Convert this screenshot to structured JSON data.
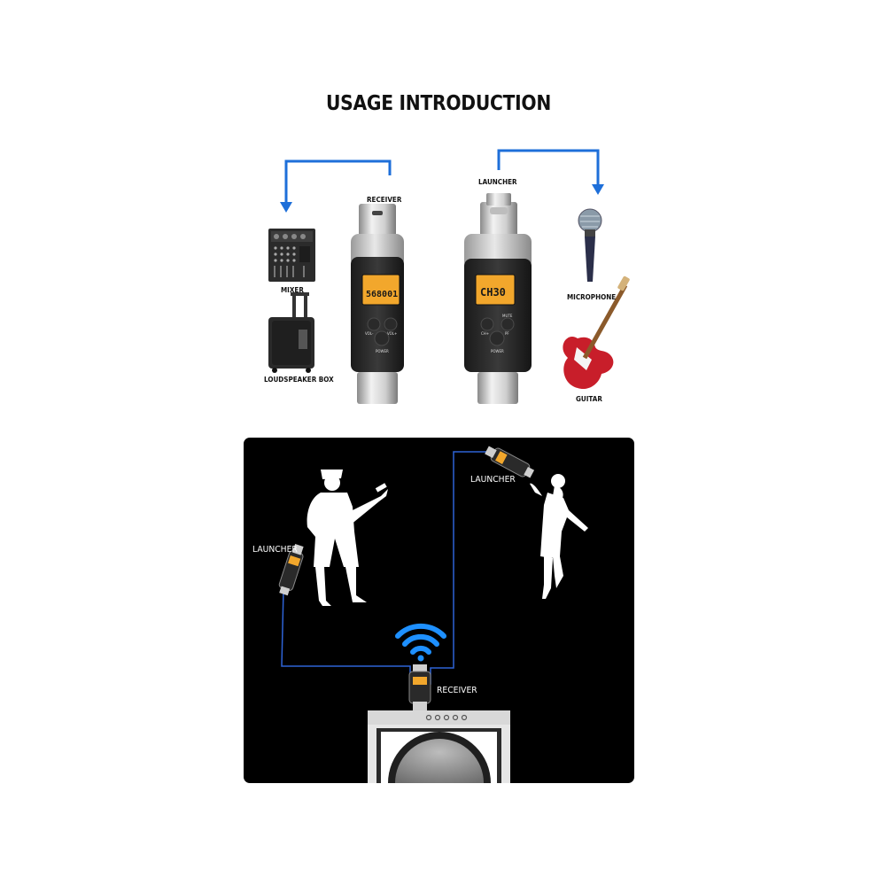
{
  "title": "USAGE INTRODUCTION",
  "top": {
    "receiver_label": "RECEIVER",
    "launcher_label": "LAUNCHER",
    "mixer_label": "MIXER",
    "loudspeaker_label": "LOUDSPEAKER BOX",
    "microphone_label": "MICROPHONE",
    "guitar_label": "GUITAR",
    "receiver_display": "568001",
    "launcher_display": "CH30",
    "receiver_buttons": {
      "left": "VOL-",
      "right": "VOL+",
      "power": "POWER"
    },
    "launcher_buttons": {
      "left": "CH+",
      "right": "PF",
      "top": "MUTE",
      "power": "POWER"
    }
  },
  "scene": {
    "launcher_left_label": "LAUNCHER",
    "launcher_right_label": "LAUNCHER",
    "receiver_label": "RECEIVER"
  },
  "colors": {
    "arrow_blue": "#1e6fd9",
    "cable_blue": "#2e63d6",
    "wifi_blue": "#1e90ff",
    "scene_background": "#000000",
    "lcd_amber": "#f2a72c"
  }
}
